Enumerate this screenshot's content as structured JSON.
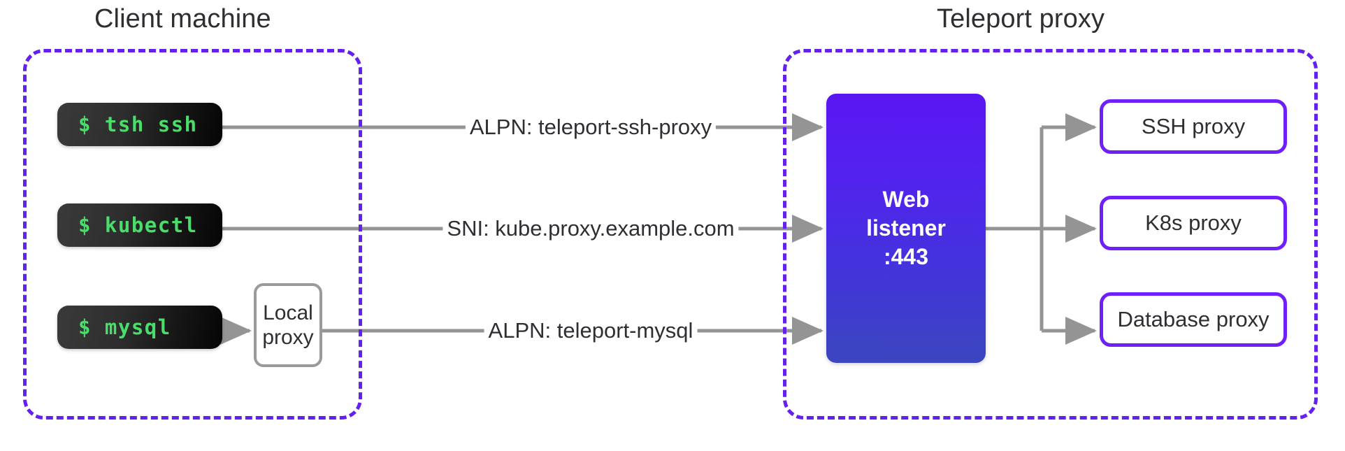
{
  "zones": {
    "client": {
      "title": "Client machine",
      "border_color": "#6320ee",
      "border_style": "dashed"
    },
    "proxy": {
      "title": "Teleport proxy",
      "border_color": "#6320ee",
      "border_style": "dashed"
    }
  },
  "client_commands": [
    {
      "id": "tsh",
      "label": "$ tsh ssh",
      "text_color": "#4bdd6b"
    },
    {
      "id": "kubectl",
      "label": "$ kubectl",
      "text_color": "#4bdd6b"
    },
    {
      "id": "mysql",
      "label": "$ mysql",
      "text_color": "#4bdd6b"
    }
  ],
  "local_proxy": {
    "line1": "Local",
    "line2": "proxy",
    "border_color": "#9a9a9a"
  },
  "web_listener": {
    "line1": "Web",
    "line2": "listener",
    "line3": ":443",
    "gradient_top": "#5a16f2",
    "gradient_bottom": "#3b46bf"
  },
  "edge_labels": [
    {
      "id": "alpn-ssh",
      "text": "ALPN: teleport-ssh-proxy"
    },
    {
      "id": "sni-kube",
      "text": "SNI: kube.proxy.example.com"
    },
    {
      "id": "alpn-mysql",
      "text": "ALPN: teleport-mysql"
    }
  ],
  "proxy_services": [
    {
      "id": "ssh",
      "label": "SSH proxy",
      "border_color": "#6f1ff7"
    },
    {
      "id": "k8s",
      "label": "K8s proxy",
      "border_color": "#6f1ff7"
    },
    {
      "id": "database",
      "label": "Database proxy",
      "border_color": "#6f1ff7"
    }
  ],
  "connector_color": "#949494"
}
